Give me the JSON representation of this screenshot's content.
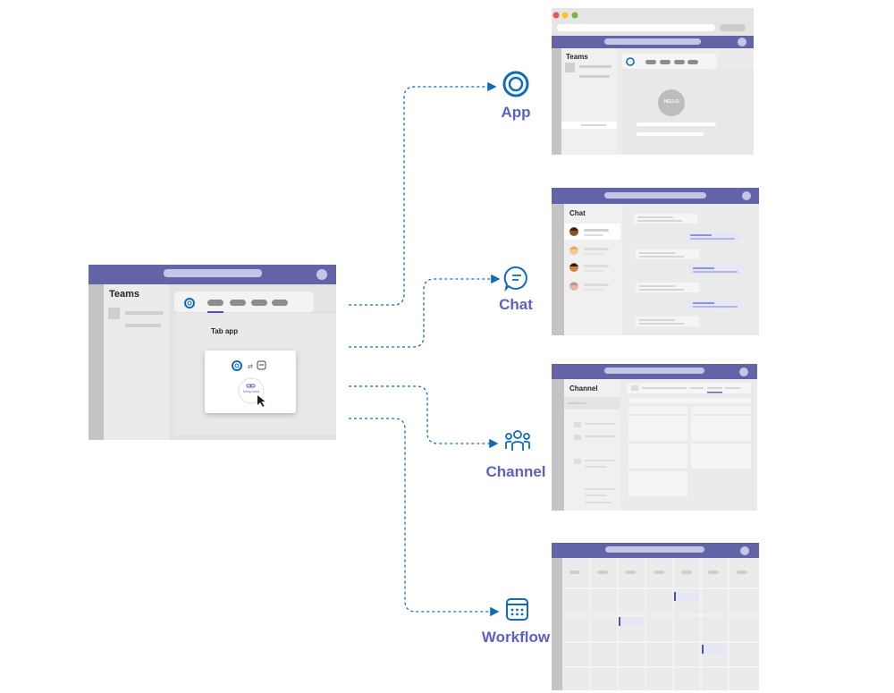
{
  "colors": {
    "teams_purple": "#6264a7",
    "accent_blue": "#0f6cbd",
    "label_purple": "#5b5fc7",
    "mock_bg": "#e8e8e8",
    "rail_gray": "#c4c4c4",
    "bubble_lavender": "#e6e7f5"
  },
  "main_window": {
    "sidebar_title": "Teams",
    "tab_heading": "Tab app",
    "deep_link_label": "Deep links",
    "app_icon": "app-ring-icon",
    "bot_icon": "bot-icon",
    "link_icon": "link-icon",
    "cursor_icon": "cursor-icon"
  },
  "destinations": [
    {
      "id": "app",
      "label": "App",
      "icon": "app-ring-icon"
    },
    {
      "id": "chat",
      "label": "Chat",
      "icon": "chat-bubble-icon"
    },
    {
      "id": "channel",
      "label": "Channel",
      "icon": "people-team-icon"
    },
    {
      "id": "workflow",
      "label": "Workflow",
      "icon": "calendar-icon"
    }
  ],
  "app_window": {
    "sidebar_title": "Teams",
    "avatar_text": "HELLO"
  },
  "chat_window": {
    "sidebar_title": "Chat"
  },
  "channel_window": {
    "sidebar_title": "Channel"
  }
}
